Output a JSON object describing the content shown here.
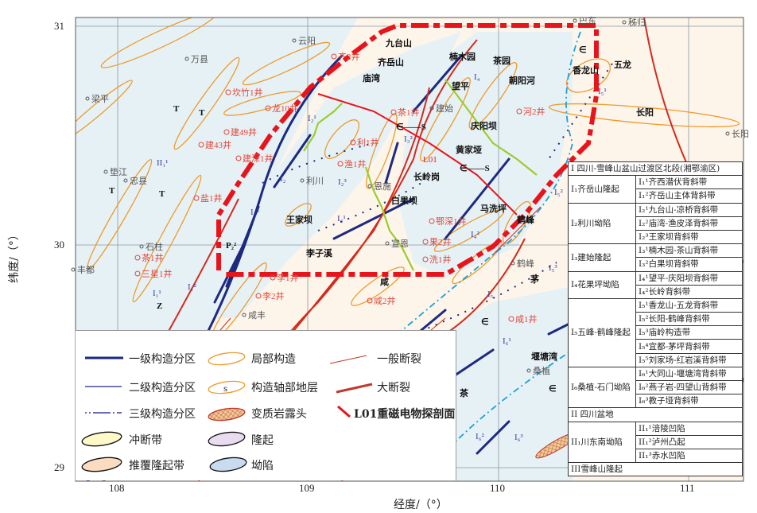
{
  "axes": {
    "ylabel": "纬度/（°）",
    "xlabel": "经度/（°）",
    "lat_ticks": [
      "31",
      "30",
      "29"
    ],
    "lon_ticks": [
      "108",
      "109",
      "110",
      "111"
    ]
  },
  "colors": {
    "basin_blue": "#e6f1f6",
    "uplift_cream": "#fdf5ea",
    "first_order": "#1d2a80",
    "fault_red": "#d42a1c",
    "profile_red": "#e8141c",
    "local_structure": "#ee9a2a",
    "green_profile": "#9ccc2c"
  },
  "places": [
    "云阳",
    "万县",
    "梁平",
    "垫江",
    "忠县",
    "石柱",
    "丰都",
    "利川",
    "恩施",
    "建始",
    "宣恩",
    "鹤峰",
    "咸丰",
    "桑植",
    "秭归",
    "长阳",
    "巴东"
  ],
  "wells": [
    "齐2井",
    "坎竹1井",
    "龙10井",
    "建49井",
    "建43井",
    "建深1井",
    "盐1井",
    "茶1井",
    "三星1井",
    "利1井",
    "渔1井",
    "李1井",
    "李2井",
    "咸2井",
    "茶1井",
    "河2井",
    "鄂深1井",
    "果2井",
    "洗1井",
    "咸1井"
  ],
  "units": [
    "II₁¹",
    "I₁¹",
    "I₁²",
    "I₂",
    "I₂¹",
    "I₂²",
    "I₂³",
    "I₃¹",
    "I₃²",
    "I₄",
    "I₄²",
    "I₅¹",
    "I₅²",
    "I₅³",
    "I₅",
    "I₆¹",
    "I₆²",
    "I₆³"
  ],
  "strata": [
    "T",
    "T",
    "T",
    "T",
    "Z",
    "P₂²",
    "∈——S",
    "∈——S",
    "∈",
    "∈",
    "∈"
  ],
  "structure_names": [
    "齐岳山",
    "九台山",
    "庙湾",
    "楠木园",
    "茶园",
    "望平",
    "庆阳坝",
    "朝阳河",
    "黄家垭",
    "长岭岗",
    "马洗坪",
    "白果坝",
    "王家坝",
    "李子溪",
    "咸",
    "鹤峰",
    "香龙山",
    "五龙",
    "长阳",
    "茅",
    "堰塘湾",
    "茶",
    "L01"
  ],
  "legend": [
    "一级构造分区",
    "二级构造分区",
    "三级构造分区",
    "冲断带",
    "推覆隆起带",
    "局部构造",
    "构造轴部地层",
    "变质岩露头",
    "隆起",
    "坳陷",
    "一般断裂",
    "大断裂",
    "L01重磁电物探剖面"
  ],
  "legend_symbol_s": "s",
  "table": {
    "title": "I  四川-雪峰山盆山过渡区北段(湘鄂渝区)",
    "groups": [
      {
        "name": "I₁齐岳山隆起",
        "items": [
          "I₁¹齐西潜伏背斜带",
          "I₁²齐岳山主体背斜带"
        ]
      },
      {
        "name": "I₂利川坳陷",
        "items": [
          "I₂¹九台山-凉桥背斜带",
          "I₂²庙湾-渔皮泽背斜带",
          "I₂³王家坝背斜带"
        ]
      },
      {
        "name": "I₃建始隆起",
        "items": [
          "I₃¹楠木园-茶山背斜带",
          "I₃²白果坝背斜带"
        ]
      },
      {
        "name": "I₄花果坪坳陷",
        "items": [
          "I₄¹望平-庆阳坝背斜带",
          "I₄²长岭背斜带"
        ]
      },
      {
        "name": "I₅五峰-鹤峰隆起",
        "items": [
          "I₅¹香龙山-五龙背斜带",
          "I₅²长阳-鹤峰背斜带",
          "I₅³庙岭构造带",
          "I₅⁴宜都-茅坪背斜带",
          "I₅⁵刘家场-红岩溪背斜带"
        ]
      },
      {
        "name": "I₆桑植-石门坳陷",
        "items": [
          "I₆¹大同山-堰塘湾背斜带",
          "I₆²燕子岩-四望山背斜带",
          "I₆³教子垭背斜带"
        ]
      }
    ],
    "section2": "II  四川盆地",
    "groups2": [
      {
        "name": "II₁川东南坳陷",
        "items": [
          "II₁¹涪陵凹陷",
          "II₁²泸州凸起",
          "II₁³赤水凹陷"
        ]
      }
    ],
    "section3": "III雪峰山隆起"
  }
}
